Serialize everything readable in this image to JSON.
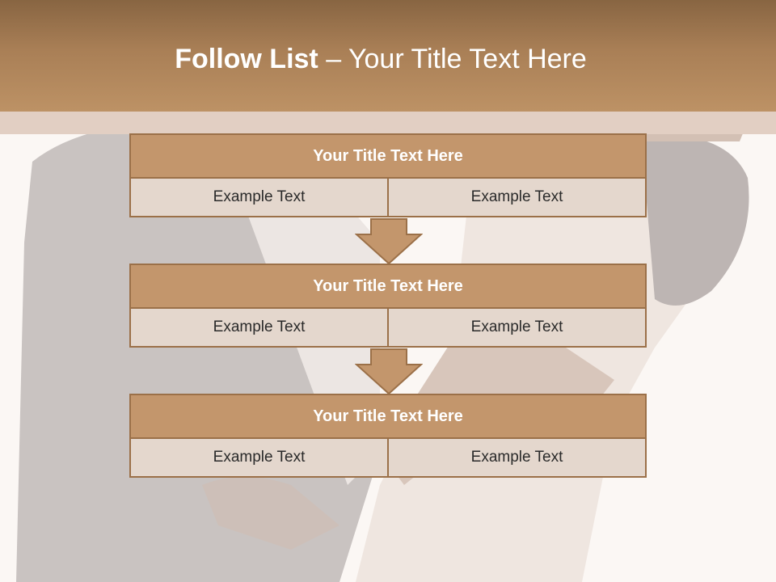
{
  "slide": {
    "title_bold": "Follow List",
    "title_rest": " – Your Title Text Here"
  },
  "steps": [
    {
      "title": "Your Title Text Here",
      "left": "Example Text",
      "right": "Example Text"
    },
    {
      "title": "Your Title Text Here",
      "left": "Example Text",
      "right": "Example Text"
    },
    {
      "title": "Your Title Text Here",
      "left": "Example Text",
      "right": "Example Text"
    }
  ],
  "colors": {
    "header": "#b38a5f",
    "box_title": "#c3966c",
    "box_cell": "#e4d7cd",
    "border": "#9b7048"
  }
}
